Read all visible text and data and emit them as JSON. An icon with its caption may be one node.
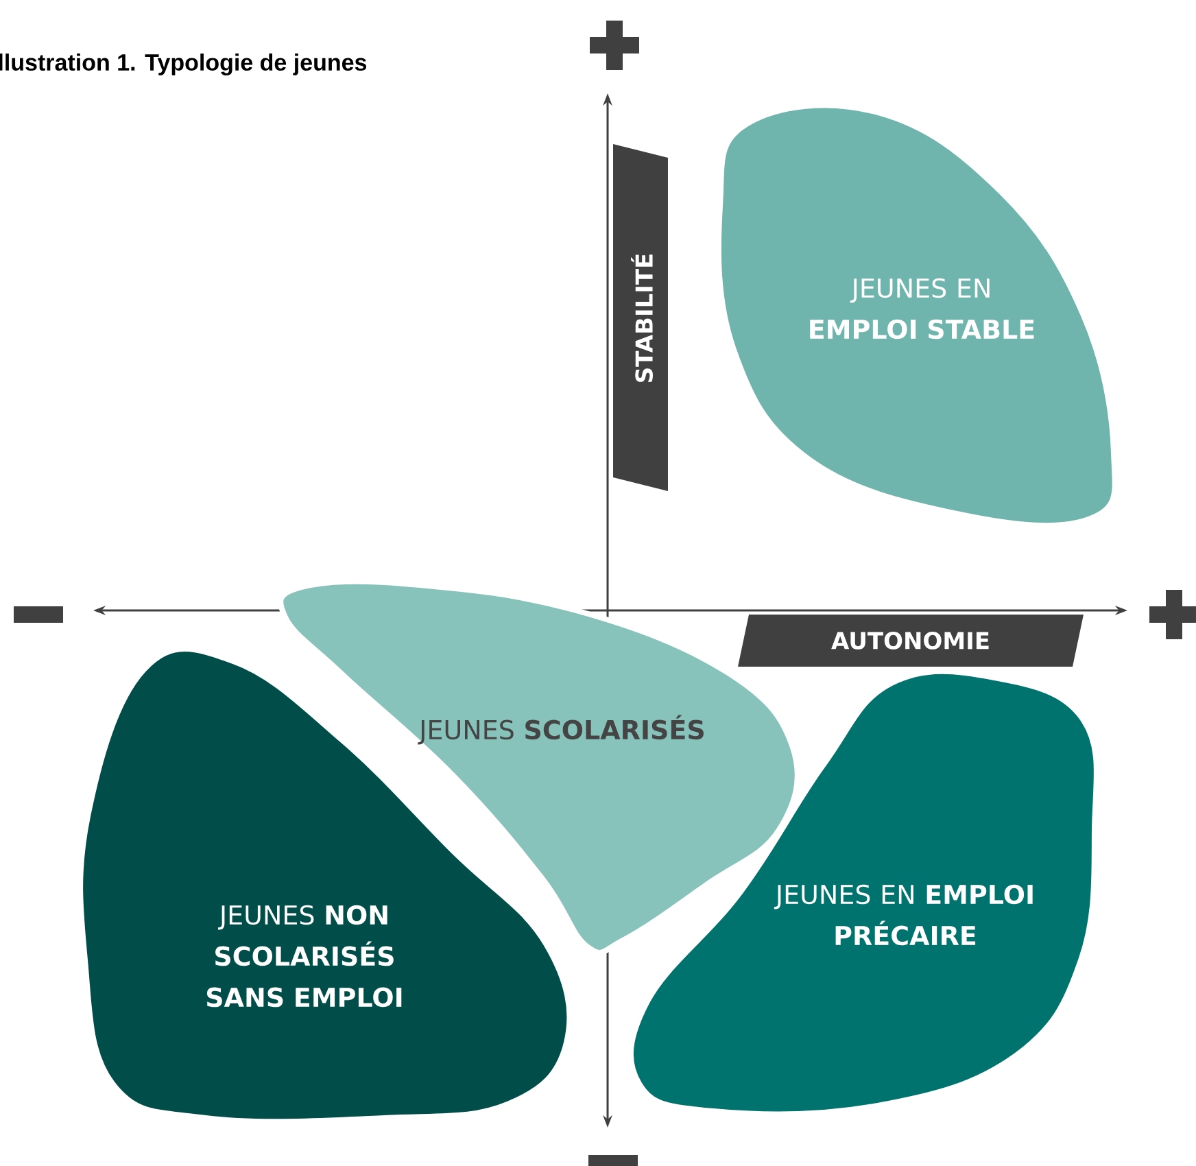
{
  "diagram": {
    "title": "llustration 1. Typologie de jeunes",
    "nodes": [
      {
        "text": [
          "JEUNES EN **EMPLOI STABLE**"
        ]
      },
      {
        "text": [
          "JEUNES **SCOLARISÉS**"
        ]
      },
      {
        "text": [
          "JEUNES **NON SCOLARISÉS SANS EMPLOI**"
        ]
      },
      {
        "text": [
          "JEUNES EN **EMPLOI PRÉCAIRE**"
        ]
      }
    ],
    "labels": [
      "STABILITÉ",
      "AUTONOMIE"
    ]
  }
}
